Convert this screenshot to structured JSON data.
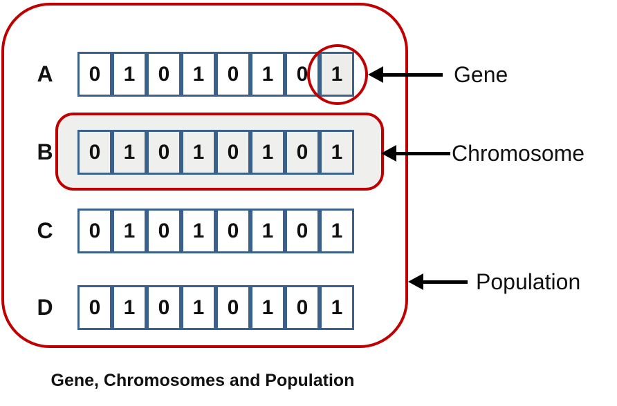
{
  "diagram": {
    "caption": "Gene, Chromosomes and Population",
    "rows": [
      {
        "label": "A",
        "genes": [
          "0",
          "1",
          "0",
          "1",
          "0",
          "1",
          "0",
          "1"
        ]
      },
      {
        "label": "B",
        "genes": [
          "0",
          "1",
          "0",
          "1",
          "0",
          "1",
          "0",
          "1"
        ]
      },
      {
        "label": "C",
        "genes": [
          "0",
          "1",
          "0",
          "1",
          "0",
          "1",
          "0",
          "1"
        ]
      },
      {
        "label": "D",
        "genes": [
          "0",
          "1",
          "0",
          "1",
          "0",
          "1",
          "0",
          "1"
        ]
      }
    ],
    "annotations": {
      "gene": {
        "label": "Gene"
      },
      "chromosome": {
        "label": "Chromosome"
      },
      "population": {
        "label": "Population"
      }
    },
    "colors": {
      "outline_red": "#C00000",
      "cell_border_blue": "#3A618C",
      "chromosome_highlight_fill": "#EFEFEE",
      "highlighted_gene_fill": "#EDEDEC",
      "arrow_black": "#000000"
    }
  }
}
